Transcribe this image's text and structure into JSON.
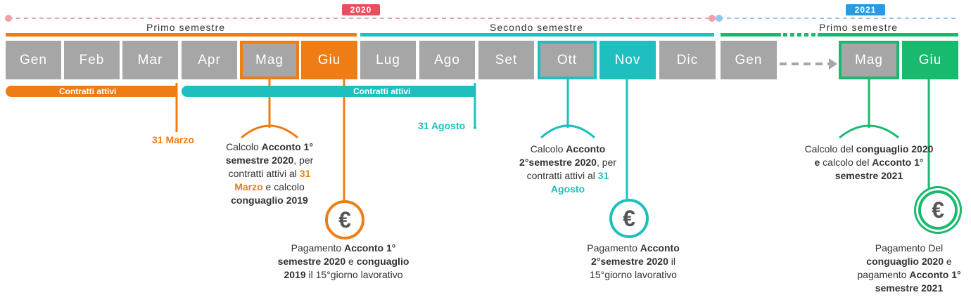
{
  "years": [
    {
      "label": "2020",
      "color": "#e85060"
    },
    {
      "label": "2021",
      "color": "#2b9be0"
    }
  ],
  "semesters": [
    "Primo semestre",
    "Secondo semestre",
    "Primo semestre"
  ],
  "months_2020": [
    "Gen",
    "Feb",
    "Mar",
    "Apr",
    "Mag",
    "Giu",
    "Lug",
    "Ago",
    "Set",
    "Ott",
    "Nov",
    "Dic"
  ],
  "months_2021": [
    "Gen",
    "Mag",
    "Giu"
  ],
  "bars": {
    "first": "Contratti attivi",
    "second": "Contratti attivi"
  },
  "dates": {
    "march": "31 Marzo",
    "august": "31 Agosto"
  },
  "euro_symbol": "€",
  "notes": {
    "calc_may_2020": {
      "p1": "Calcolo ",
      "b1": "Acconto 1° semestre 2020",
      "p2": ", per contratti attivi al ",
      "hl": "31 Marzo",
      "p3": "  e calcolo ",
      "b2": "conguaglio 2019"
    },
    "pay_jun_2020": {
      "p1": "Pagamento ",
      "b1": "Acconto 1° semestre 2020",
      "p2": " e ",
      "b2": "conguaglio 2019",
      "p3": " il 15°giorno lavorativo"
    },
    "calc_oct_2020": {
      "p1": "Calcolo ",
      "b1": "Acconto 2°semestre 2020",
      "p2": ", per contratti attivi al ",
      "hl": "31 Agosto"
    },
    "pay_nov_2020": {
      "p1": "Pagamento ",
      "b1": "Acconto 2°semestre 2020",
      "p2": " il 15°giorno lavorativo"
    },
    "calc_may_2021": {
      "p1": "Calcolo del ",
      "b1": "conguaglio 2020 e",
      "p2": " calcolo del ",
      "b2": "Acconto 1° semestre 2021"
    },
    "pay_jun_2021": {
      "p1": "Pagamento Del ",
      "b1": "conguaglio 2020",
      "p2": " e pagamento ",
      "b2": "Acconto 1° semestre 2021"
    }
  },
  "colors": {
    "orange": "#ef7d15",
    "teal": "#1fbfbf",
    "green": "#1aba6e",
    "grey": "#a6a6a6"
  }
}
